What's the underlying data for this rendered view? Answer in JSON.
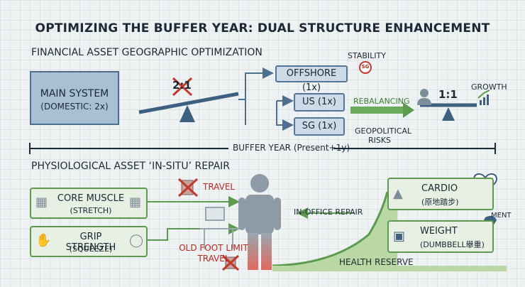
{
  "title": "OPTIMIZING THE BUFFER YEAR: DUAL STRUCTURE ENHANCEMENT",
  "financial": {
    "section_label": "FINANCIAL ASSET GEOGRAPHIC OPTIMIZATION",
    "main_system": {
      "line1": "MAIN SYSTEM",
      "line2": "(DOMESTIC: 2x)"
    },
    "old_ratio": "2:1",
    "offshore": "OFFSHORE (1x)",
    "us": "US (1x)",
    "sg": "SG (1x)",
    "stability": "STABILITY",
    "sg_badge": "SG",
    "rebalancing": "REBALANCING",
    "geopolitical": {
      "line1": "GEOPOLITICAL",
      "line2": "RISKS"
    },
    "new_ratio": "1:1",
    "growth": "GROWTH"
  },
  "timeline": {
    "label": "BUFFER YEAR (Present+1y)"
  },
  "physio": {
    "section_label": "PHYSIOLOGICAL ASSET ‘IN-SITU’ REPAIR",
    "core": {
      "line1": "CORE MUSCLE",
      "line2": "(STRETCH)"
    },
    "grip": {
      "line1": "GRIP STRENGTH",
      "line2": "(SQUEEZE)"
    },
    "travel": "TRAVEL",
    "in_office": "IN-OFFICE REPAIR",
    "old_foot": {
      "line1": "OLD FOOT LIMIT",
      "line2": "TRAVEL"
    },
    "health_reserve": "HEALTH RESERVE",
    "cardio": {
      "line1": "CARDIO",
      "line2": "(原地踏步)"
    },
    "weight": {
      "line1": "WEIGHT",
      "line2": "(DUMBBELL舉重)"
    },
    "ment": "MENT"
  },
  "colors": {
    "blue": "#4f6f8f",
    "green": "#5d9a4f",
    "red": "#b22a22",
    "box_fill": "#a9bfd4"
  }
}
